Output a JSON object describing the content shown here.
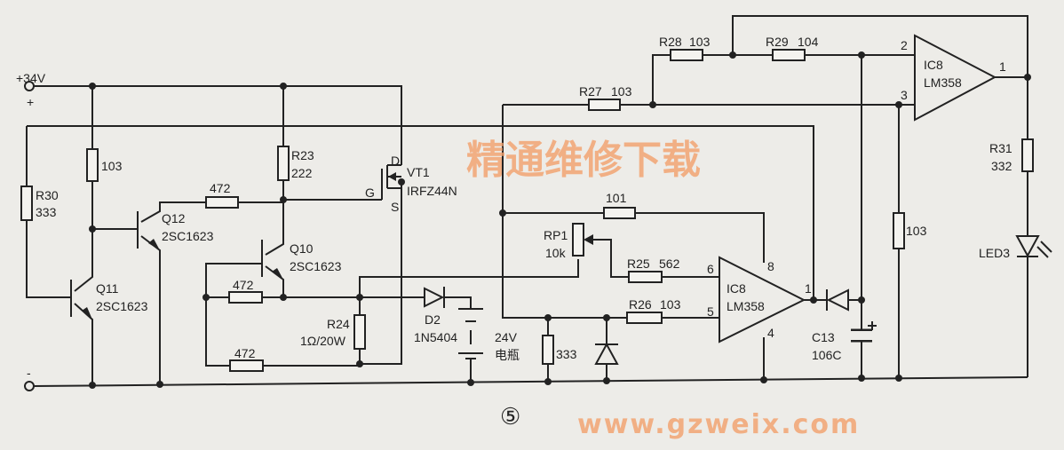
{
  "supply": {
    "pos_label": "+34V",
    "plus": "+",
    "minus": "-"
  },
  "components": {
    "r30": {
      "name": "R30",
      "value": "333"
    },
    "r_q11c": {
      "value": "103"
    },
    "q11": {
      "name": "Q11",
      "type": "2SC1623"
    },
    "q12": {
      "name": "Q12",
      "type": "2SC1623"
    },
    "q10": {
      "name": "Q10",
      "type": "2SC1623"
    },
    "r_q12c": {
      "value": "472"
    },
    "r23": {
      "name": "R23",
      "value": "222"
    },
    "vt1": {
      "name": "VT1",
      "type": "IRFZ44N",
      "pin_d": "D",
      "pin_g": "G",
      "pin_s": "S"
    },
    "r_q10b": {
      "value": "472"
    },
    "r_bottom": {
      "value": "472"
    },
    "r24": {
      "name": "R24",
      "value": "1Ω/20W"
    },
    "d2": {
      "name": "D2",
      "type": "1N5404"
    },
    "battery": {
      "voltage": "24V",
      "label": "电瓶"
    },
    "r_101": {
      "value": "101"
    },
    "rp1": {
      "name": "RP1",
      "value": "10k"
    },
    "r25": {
      "name": "R25",
      "value": "562"
    },
    "r26": {
      "name": "R26",
      "value": "103"
    },
    "r_333": {
      "value": "333"
    },
    "ic8_lower": {
      "name": "IC8",
      "type": "LM358",
      "pin6": "6",
      "pin5": "5",
      "pin8": "8",
      "pin4": "4",
      "pin1": "1"
    },
    "c13": {
      "name": "C13",
      "value": "106C"
    },
    "r27": {
      "name": "R27",
      "value": "103"
    },
    "r28": {
      "name": "R28",
      "value": "103"
    },
    "r29": {
      "name": "R29",
      "value": "104"
    },
    "ic8_upper": {
      "name": "IC8",
      "type": "LM358",
      "pin2": "2",
      "pin3": "3",
      "pin1": "1"
    },
    "r_103_right": {
      "value": "103"
    },
    "r31": {
      "name": "R31",
      "value": "332"
    },
    "led3": {
      "name": "LED3"
    }
  },
  "figure_number": "⑤",
  "watermark": {
    "title": "精通维修下载",
    "url": "www.gzweix.com"
  }
}
